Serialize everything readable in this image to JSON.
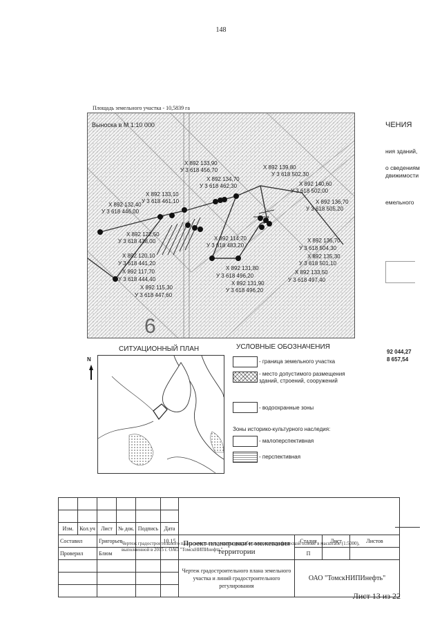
{
  "page_number": "148",
  "area_caption": "Площадь земельного участка - 10,5839 га",
  "inset_label": "Выноска в М 1:10 000",
  "zone_number": "6",
  "right_fragments": {
    "heading": "ЧЕНИЯ",
    "line1": "ния зданий,",
    "line2": "о сведениям",
    "line3": "движимости",
    "line4": "емельного",
    "coord1": "92 044,27",
    "coord2": "8 657,54"
  },
  "points": [
    {
      "x": "X 892 133,90",
      "y": "У 3 618 456,70"
    },
    {
      "x": "X 892 139,80",
      "y": "У 3 618 502,30"
    },
    {
      "x": "X 892 134,70",
      "y": "У 3 618 462,30"
    },
    {
      "x": "X 892 140,60",
      "y": "У 3 618 502,00"
    },
    {
      "x": "X 892 133,10",
      "y": "У 3 618 461,10"
    },
    {
      "x": "X 892 136,70",
      "y": "У 3 618 505,20"
    },
    {
      "x": "X 892 132,40",
      "y": "У 3 618 446,00"
    },
    {
      "x": "X 892 122,50",
      "y": "У 3 618 438,00"
    },
    {
      "x": "X 892 114,70",
      "y": "У 3 618 483,20"
    },
    {
      "x": "X 892 136,70",
      "y": "У 3 618 504,30"
    },
    {
      "x": "X 892 120,10",
      "y": "У 3 618 441,20"
    },
    {
      "x": "X 892 135,30",
      "y": "У 3 618 501,10"
    },
    {
      "x": "X 892 117,70",
      "y": "У 3 618 444,40"
    },
    {
      "x": "X 892 131,80",
      "y": "У 3 618 496,20"
    },
    {
      "x": "X 892 133,50",
      "y": "У 3 618 497,40"
    },
    {
      "x": "X 892 131,90",
      "y": "У 3 618 496,20"
    },
    {
      "x": "X 892 115,30",
      "y": "У 3 618 447,60"
    }
  ],
  "situation_plan_title": "СИТУАЦИОННЫЙ ПЛАН",
  "north_label": "N",
  "legend": {
    "title": "УСЛОВНЫЕ ОБОЗНАЧЕНИЯ",
    "items": [
      "- граница земельного участка",
      "- место допустимого размещения",
      "зданий, строений, сооружений",
      "- водоохранные зоны"
    ],
    "heritage_title": "Зоны историко-культурного наследия:",
    "heritage_items": [
      "- малоперспективная",
      "- перспективная"
    ]
  },
  "stamp": {
    "headers": [
      "Изм.",
      "Кол.уч",
      "Лист",
      "№ док.",
      "Подпись",
      "Дата"
    ],
    "row_compiled": {
      "role": "Составил",
      "name": "Григорьев",
      "date": "10.15"
    },
    "row_checked": {
      "role": "Проверил",
      "name": "Блюм"
    },
    "project_title": "Проект планировки и межевания территории",
    "drawing_title": "Чертеж градостроительного плана земельного участка и линий градостроительного регулирования",
    "stage_label": "Стадия",
    "sheet_label": "Лист",
    "sheets_label": "Листов",
    "stage_value": "П",
    "organization": "ОАО \"ТомскНИПИнефть\"",
    "overlay_line1": "Чертеж градостроительного плана земельного участка разработан на топографической основе в масштабе (1:5000),",
    "overlay_line2": "выполненной в 2015 г. ОАО \"ТомскНИПИнефть\""
  },
  "sheet_of": "Лист 13 из 22"
}
